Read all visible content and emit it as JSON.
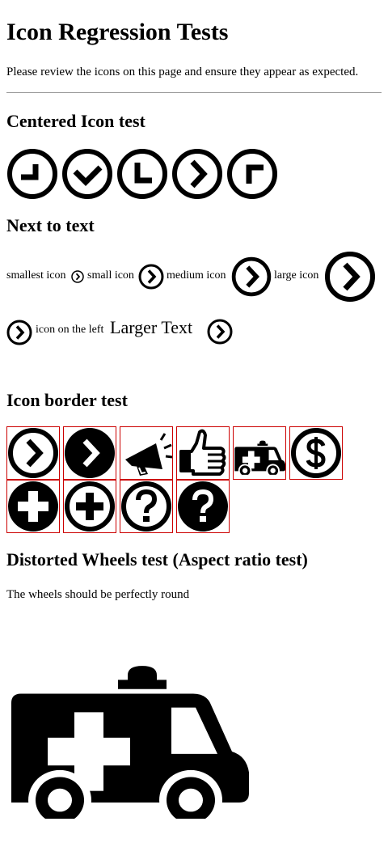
{
  "header": {
    "title": "Icon Regression Tests",
    "intro": "Please review the icons on this page and ensure they appear as expected."
  },
  "sections": {
    "centered": {
      "title": "Centered Icon test"
    },
    "next_to_text": {
      "title": "Next to text",
      "labels": {
        "smallest": "smallest icon",
        "small": "small icon",
        "medium": "medium icon",
        "large": "large icon",
        "left": "icon on the left",
        "larger_text": "Larger Text"
      }
    },
    "border": {
      "title": "Icon border test"
    },
    "distorted": {
      "title": "Distorted Wheels test (Aspect ratio test)",
      "note": "The wheels should be perfectly round"
    }
  },
  "colors": {
    "icon": "#000000",
    "border": "#cc0000",
    "rule": "#999999"
  },
  "icons": {
    "centered": [
      "chevron-down-left-ring-icon",
      "checkmark-ring-icon",
      "chevron-down-left-outline-ring-icon",
      "chevron-right-ring-icon",
      "chevron-up-left-ring-icon"
    ],
    "border": [
      "chevron-right-ring-icon",
      "chevron-right-filled-icon",
      "megaphone-icon",
      "thumbs-up-icon",
      "ambulance-icon",
      "dollar-ring-icon",
      "plus-filled-icon",
      "plus-ring-icon",
      "question-ring-icon",
      "question-filled-icon"
    ],
    "distorted": "ambulance-icon"
  }
}
